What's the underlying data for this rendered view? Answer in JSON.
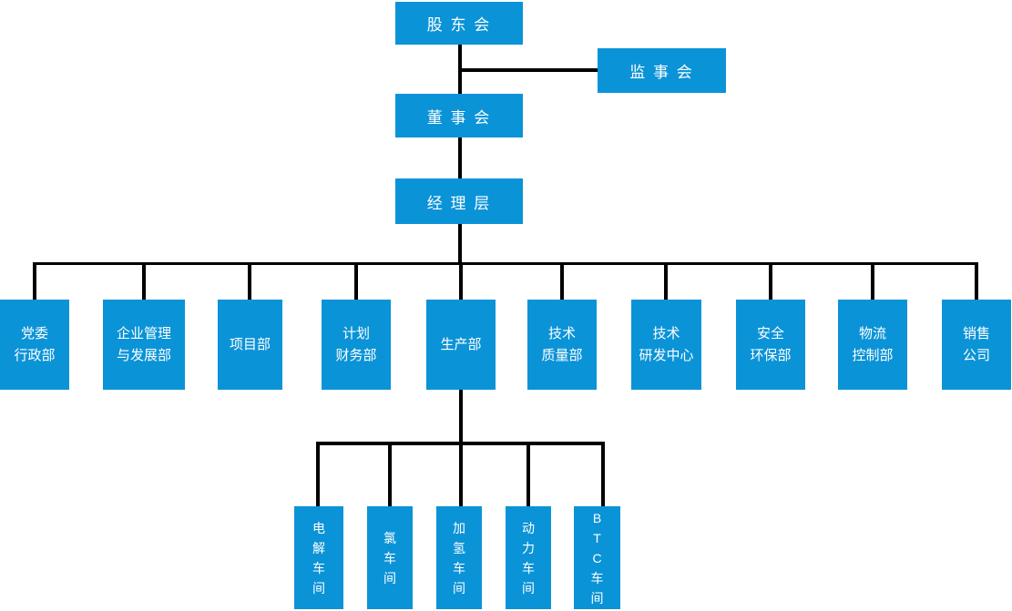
{
  "diagram": {
    "type": "org-chart",
    "colors": {
      "node_fill": "#0b93d7",
      "node_text": "#ffffff",
      "connector": "#000000",
      "background": "#ffffff"
    },
    "top_nodes": {
      "shareholders": {
        "label": "股 东 会"
      },
      "supervisory_board": {
        "label": "监 事 会"
      },
      "board_of_directors": {
        "label": "董 事 会"
      },
      "management": {
        "label": "经 理 层"
      }
    },
    "departments": [
      {
        "label": "党委\n行政部"
      },
      {
        "label": "企业管理\n与发展部"
      },
      {
        "label": "项目部"
      },
      {
        "label": "计划\n财务部"
      },
      {
        "label": "生产部"
      },
      {
        "label": "技术\n质量部"
      },
      {
        "label": "技术\n研发中心"
      },
      {
        "label": "安全\n环保部"
      },
      {
        "label": "物流\n控制部"
      },
      {
        "label": "销售\n公司"
      }
    ],
    "workshops": [
      {
        "label": "电\n解\n车\n间"
      },
      {
        "label": "氯\n车\n间"
      },
      {
        "label": "加\n氢\n车\n间"
      },
      {
        "label": "动\n力\n车\n间"
      },
      {
        "label": "B\nT\nC\n车\n间"
      }
    ]
  }
}
